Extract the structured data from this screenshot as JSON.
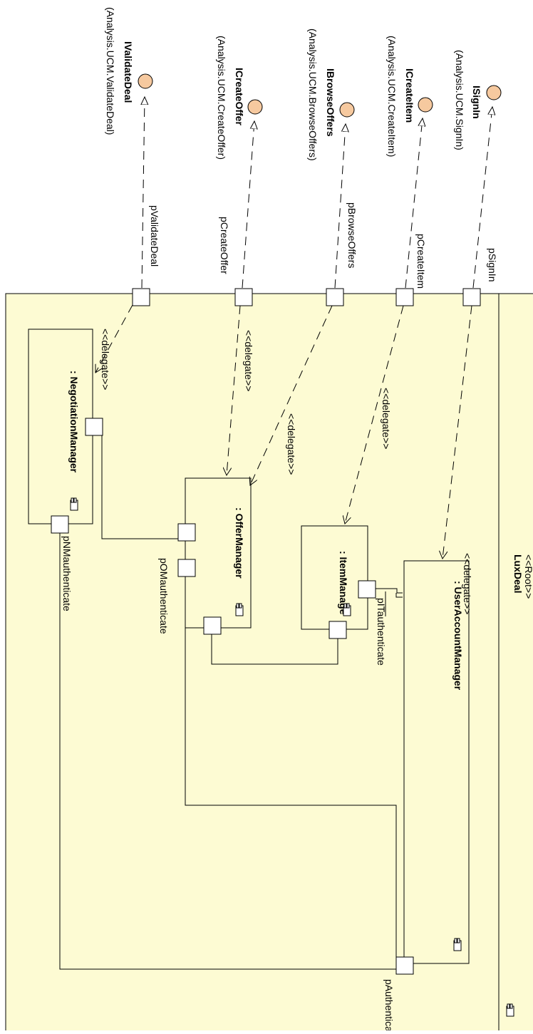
{
  "root_component": {
    "stereotype": "<<Root>>",
    "name": "LuxDeal"
  },
  "delegate_label": "<<delegate>>",
  "interfaces": [
    {
      "name": "IValidateDeal",
      "source": "(Analysis.UCM.ValidateDeal)",
      "port": "pValidateDeal"
    },
    {
      "name": "ICreateOffer",
      "source": "(Analysis.UCM.CreateOffer)",
      "port": "pCreateOffer"
    },
    {
      "name": "IBrowseOffers",
      "source": "(Analysis.UCM.BrowseOffers)",
      "port": "pBrowseOffers"
    },
    {
      "name": "ICreateItem",
      "source": "(Analysis.UCM.CreateItem)",
      "port": "pCreateItem"
    },
    {
      "name": "ISignIn",
      "source": "(Analysis.UCM.SignIn)",
      "port": "pSignIn"
    }
  ],
  "components": {
    "negotiation": {
      "name": ": NegotiationManager",
      "port": "pNMauthenticate"
    },
    "offer": {
      "name": ": OfferManager",
      "port": "pOMauthenticate"
    },
    "item": {
      "name": ": ItemManage",
      "port": "pITauthenticate"
    },
    "user": {
      "name": ": UserAccountManager",
      "port": "pAuthenticated"
    }
  },
  "colors": {
    "component_fill": "#fdfbd3",
    "interface_fill": "#f6c99f",
    "line": "#000000"
  }
}
